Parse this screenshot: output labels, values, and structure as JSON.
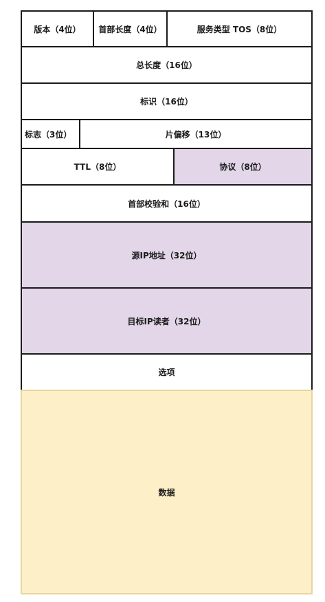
{
  "fields": {
    "version": "版本（4位）",
    "header_length": "首部长度（4位）",
    "service_type": "服务类型 TOS（8位）",
    "total_length": "总长度（16位）",
    "identification": "标识（16位）",
    "flags": "标志（3位）",
    "fragment_offset": "片偏移（13位）",
    "ttl": "TTL（8位）",
    "protocol": "协议（8位）",
    "header_checksum": "首部校验和（16位）",
    "source_ip": "源IP地址（32位）",
    "dest_ip": "目标IP读者（32位）",
    "options": "选项",
    "data": "数据"
  },
  "colors": {
    "border": "#1a1a1a",
    "highlight_purple": "#e2d6e8",
    "highlight_yellow": "#fdefc8",
    "default": "#ffffff"
  }
}
